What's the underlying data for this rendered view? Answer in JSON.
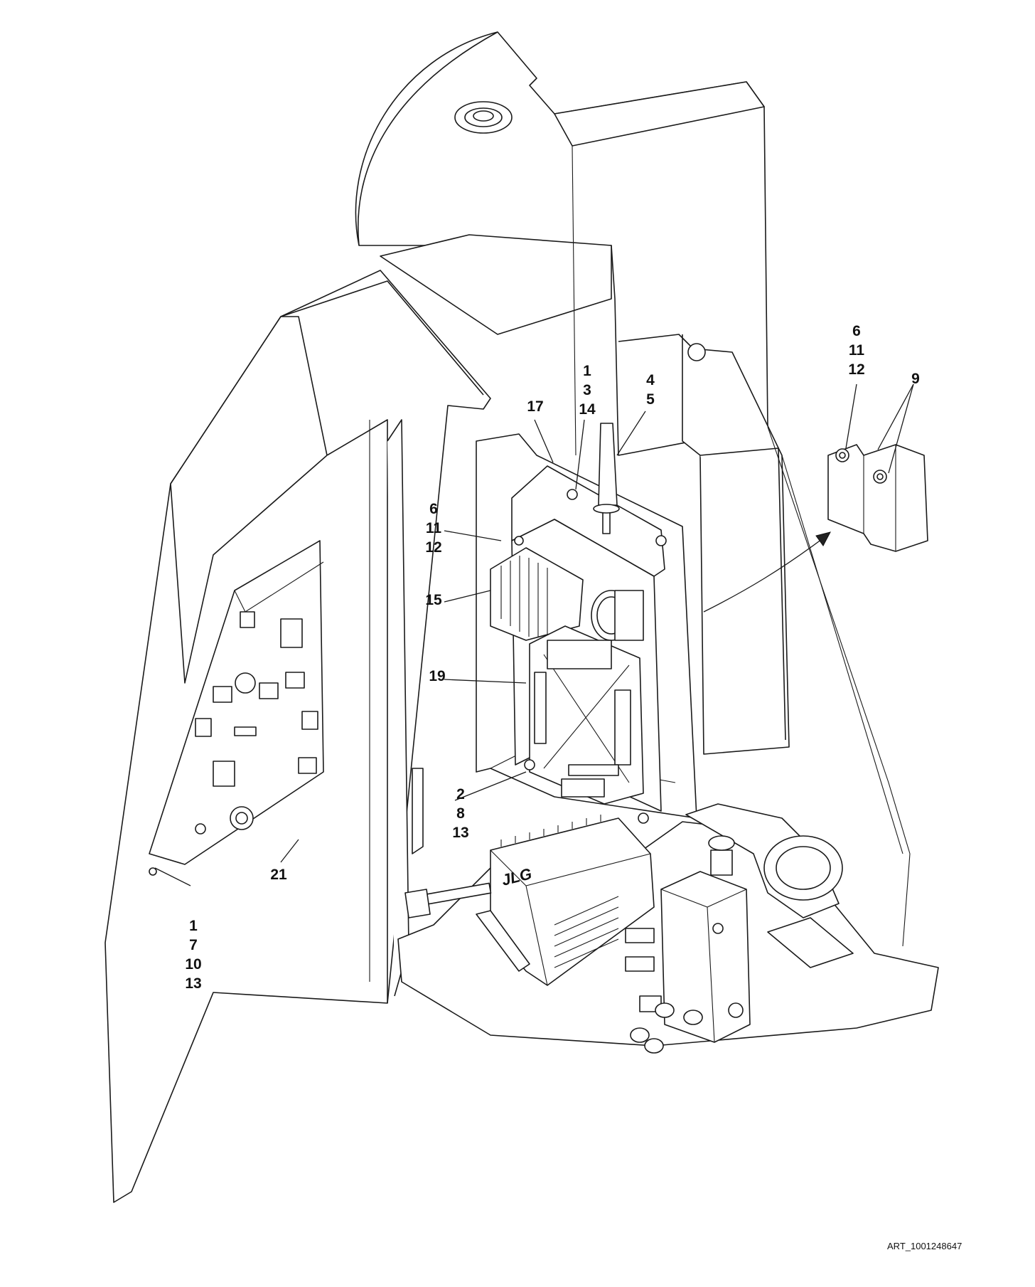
{
  "figure_id": "ART_1001248647",
  "callouts": [
    {
      "id": "c-1-7-10-13",
      "lines": [
        "1",
        "7",
        "10",
        "13"
      ]
    },
    {
      "id": "c-21",
      "lines": [
        "21"
      ]
    },
    {
      "id": "c-17",
      "lines": [
        "17"
      ]
    },
    {
      "id": "c-1-3-14",
      "lines": [
        "1",
        "3",
        "14"
      ]
    },
    {
      "id": "c-4-5",
      "lines": [
        "4",
        "5"
      ]
    },
    {
      "id": "c-6-11-12-left",
      "lines": [
        "6",
        "11",
        "12"
      ]
    },
    {
      "id": "c-15",
      "lines": [
        "15"
      ]
    },
    {
      "id": "c-19",
      "lines": [
        "19"
      ]
    },
    {
      "id": "c-2-8-13",
      "lines": [
        "2",
        "8",
        "13"
      ]
    },
    {
      "id": "c-6-11-12-right",
      "lines": [
        "6",
        "11",
        "12"
      ]
    },
    {
      "id": "c-9",
      "lines": [
        "9"
      ]
    }
  ],
  "logo_text": "JLG"
}
